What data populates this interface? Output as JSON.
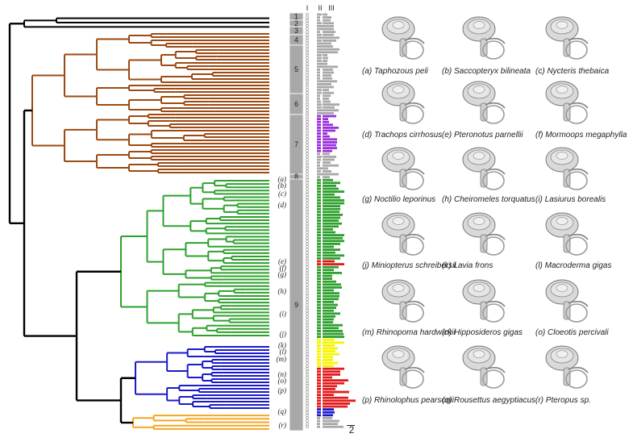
{
  "columns": [
    "I",
    "II",
    "III"
  ],
  "groups": [
    "1",
    "2",
    "3",
    "4",
    "5",
    "6",
    "7",
    "8",
    "9"
  ],
  "clade_colors": {
    "outgroup": "#000000",
    "brown": "#9c4a12",
    "green": "#2ea02e",
    "blue": "#1a1acc",
    "orange": "#f5a623"
  },
  "bar_colors": {
    "gray": "#a8a8a8",
    "purple": "#9b30d9",
    "green": "#2ea02e",
    "red": "#e31a1c",
    "yellow": "#f5f500",
    "blue": "#1a1acc"
  },
  "letters": [
    "(a)",
    "(b)",
    "(c)",
    "(d)",
    "(e)",
    "(f)",
    "(g)",
    "(h)",
    "(i)",
    "(j)",
    "(k)",
    "(l)",
    "(m)",
    "(n)",
    "(o)",
    "(p)",
    "(q)",
    "(r)"
  ],
  "scale_label": "2",
  "specimens": [
    {
      "caption": "(a) Taphozous peli",
      "icon": "inner-ear-model"
    },
    {
      "caption": "(b) Saccopteryx bilineata",
      "icon": "inner-ear-model"
    },
    {
      "caption": "(c) Nycteris thebaica",
      "icon": "inner-ear-model"
    },
    {
      "caption": "(d) Trachops cirrhosus",
      "icon": "inner-ear-model"
    },
    {
      "caption": "(e) Pteronotus parnellii",
      "icon": "inner-ear-model"
    },
    {
      "caption": "(f) Mormoops megaphylla",
      "icon": "inner-ear-model"
    },
    {
      "caption": "(g) Noctilio leporinus",
      "icon": "inner-ear-model"
    },
    {
      "caption": "(h) Cheiromeles torquatus",
      "icon": "inner-ear-model"
    },
    {
      "caption": "(i) Lasiurus borealis",
      "icon": "inner-ear-model"
    },
    {
      "caption": "(j) Miniopterus schreibersii",
      "icon": "inner-ear-model"
    },
    {
      "caption": "(k) Lavia frons",
      "icon": "inner-ear-model"
    },
    {
      "caption": "(l) Macroderma gigas",
      "icon": "inner-ear-model"
    },
    {
      "caption": "(m) Rhinopoma hardwickii",
      "icon": "inner-ear-model"
    },
    {
      "caption": "(n) Hipposideros gigas",
      "icon": "inner-ear-model"
    },
    {
      "caption": "(o) Cloeotis percivali",
      "icon": "inner-ear-model"
    },
    {
      "caption": "(p) Rhinolophus pearsonii",
      "icon": "inner-ear-model"
    },
    {
      "caption": "(q) Rousettus aegyptiacus",
      "icon": "inner-ear-model"
    },
    {
      "caption": "(r) Pteropus sp.",
      "icon": "inner-ear-model"
    }
  ]
}
